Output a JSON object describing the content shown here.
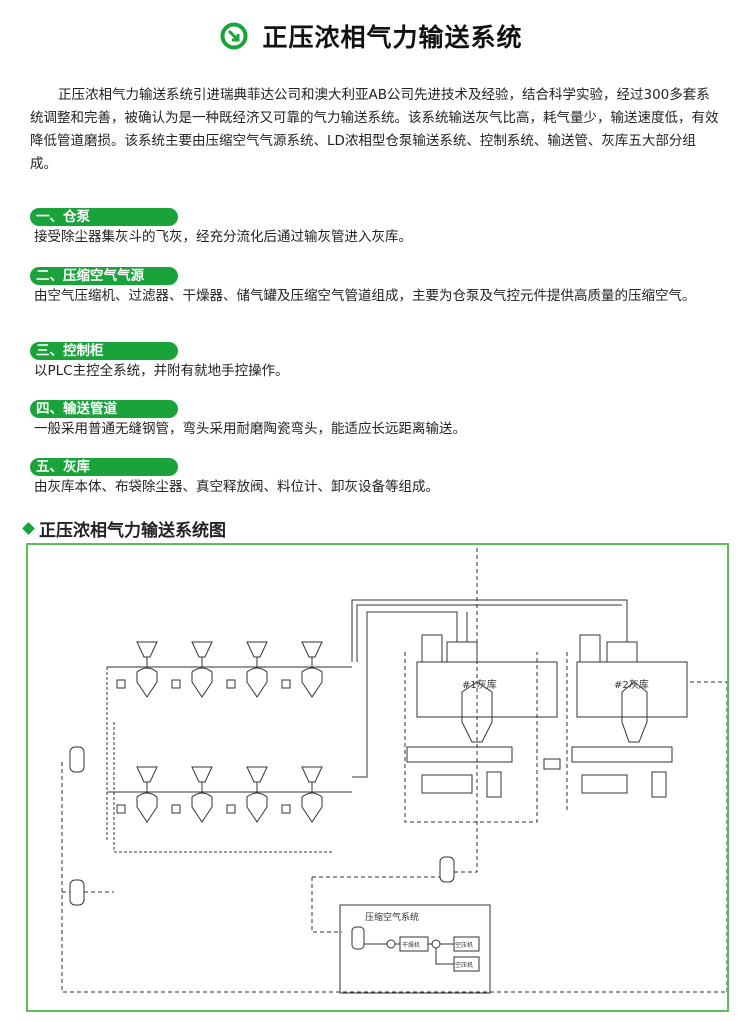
{
  "header": {
    "title": "正压浓相气力输送系统",
    "icon": "green-circle-arrow-icon"
  },
  "intro": "正压浓相气力输送系统引进瑞典菲达公司和澳大利亚AB公司先进技术及经验，结合科学实验，经过300多套系统调整和完善，被确认为是一种既经济又可靠的气力输送系统。该系统输送灰气比高，耗气量少，输送速度低，有效降低管道磨损。该系统主要由压缩空气气源系统、LD浓相型仓泵输送系统、控制系统、输送管、灰库五大部分组成。",
  "sections": [
    {
      "label": "一、仓泵",
      "text": "接受除尘器集灰斗的飞灰，经充分流化后通过输灰管进入灰库。"
    },
    {
      "label": "二、压缩空气气源",
      "text": "由空气压缩机、过滤器、干燥器、储气罐及压缩空气管道组成，主要为仓泵及气控元件提供高质量的压缩空气。"
    },
    {
      "label": "三、控制柜",
      "text": "以PLC主控全系统，并附有就地手控操作。"
    },
    {
      "label": "四、输送管道",
      "text": "一般采用普通无缝钢管，弯头采用耐磨陶瓷弯头，能适应长远距离输送。"
    },
    {
      "label": "五、灰库",
      "text": "由灰库本体、布袋除尘器、真空释放阀、料位计、卸灰设备等组成。"
    }
  ],
  "diagram": {
    "title": "正压浓相气力输送系统图",
    "silo1": "#1灰库",
    "silo2": "#2灰库",
    "air_system": "压缩空气系统",
    "dryer": "干燥机",
    "compressor1": "空压机",
    "compressor2": "空压机"
  },
  "colors": {
    "accent": "#1aa33a"
  }
}
